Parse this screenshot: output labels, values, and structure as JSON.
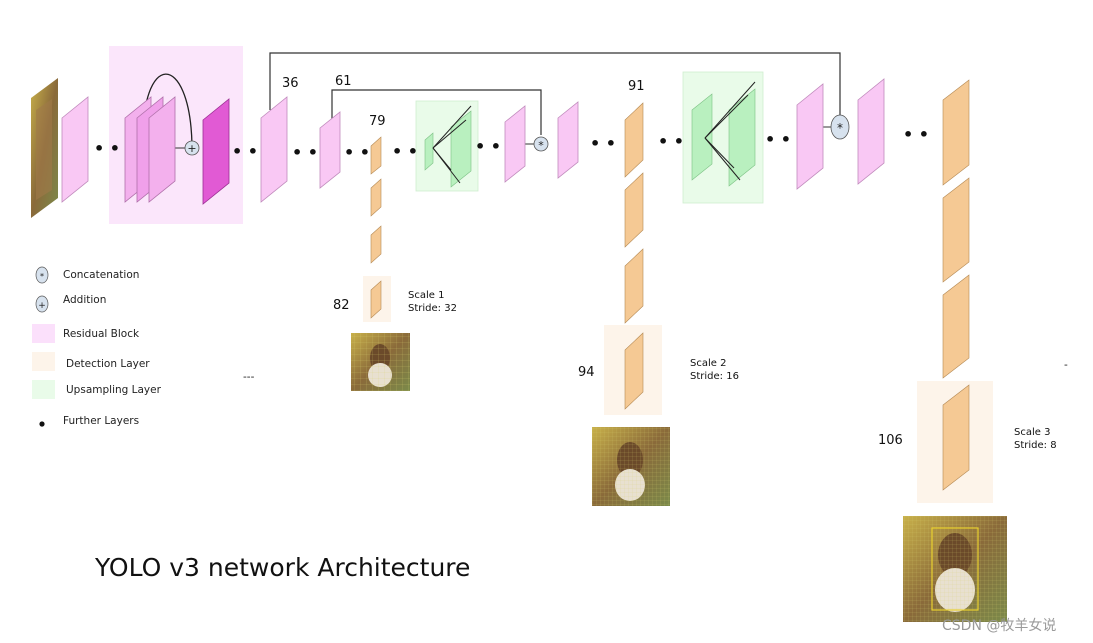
{
  "title": "YOLO v3 network Architecture",
  "watermark": "CSDN @牧羊女说",
  "colors": {
    "residual": "#f9c8f4",
    "residual_bg": "#fbe6fb",
    "residual_dark": "#e15ad4",
    "upsampling": "#b9f0bf",
    "upsampling_bg": "#e9fbe9",
    "detection": "#f5c994",
    "detection_bg": "#fdf4ea",
    "op_circle": "#d7e2ee",
    "line": "#333333"
  },
  "layer_numbers": {
    "n36": "36",
    "n61": "61",
    "n79": "79",
    "n82": "82",
    "n91": "91",
    "n94": "94",
    "n106": "106"
  },
  "scales": {
    "s1": {
      "scale": "Scale 1",
      "stride": "Stride: 32"
    },
    "s2": {
      "scale": "Scale 2",
      "stride": "Stride: 16"
    },
    "s3": {
      "scale": "Scale 3",
      "stride": "Stride: 8"
    }
  },
  "legend": {
    "concatenation": "Concatenation",
    "addition": "Addition",
    "residual_block": "Residual Block",
    "detection_layer": "Detection Layer",
    "upsampling_layer": "Upsampling Layer",
    "further_layers": "Further Layers"
  },
  "dots": {
    "d1": "• •",
    "d2": "• •",
    "d3": "• •",
    "d4": "• •",
    "d5": "• •",
    "d6": "• •",
    "d7": "• •",
    "d8": "• •",
    "d9": "• •",
    "d10": "• •",
    "d11": "• •",
    "dash": "---",
    "tick": "-"
  },
  "icons": {
    "concat_symbol": "*",
    "add_symbol": "+"
  }
}
